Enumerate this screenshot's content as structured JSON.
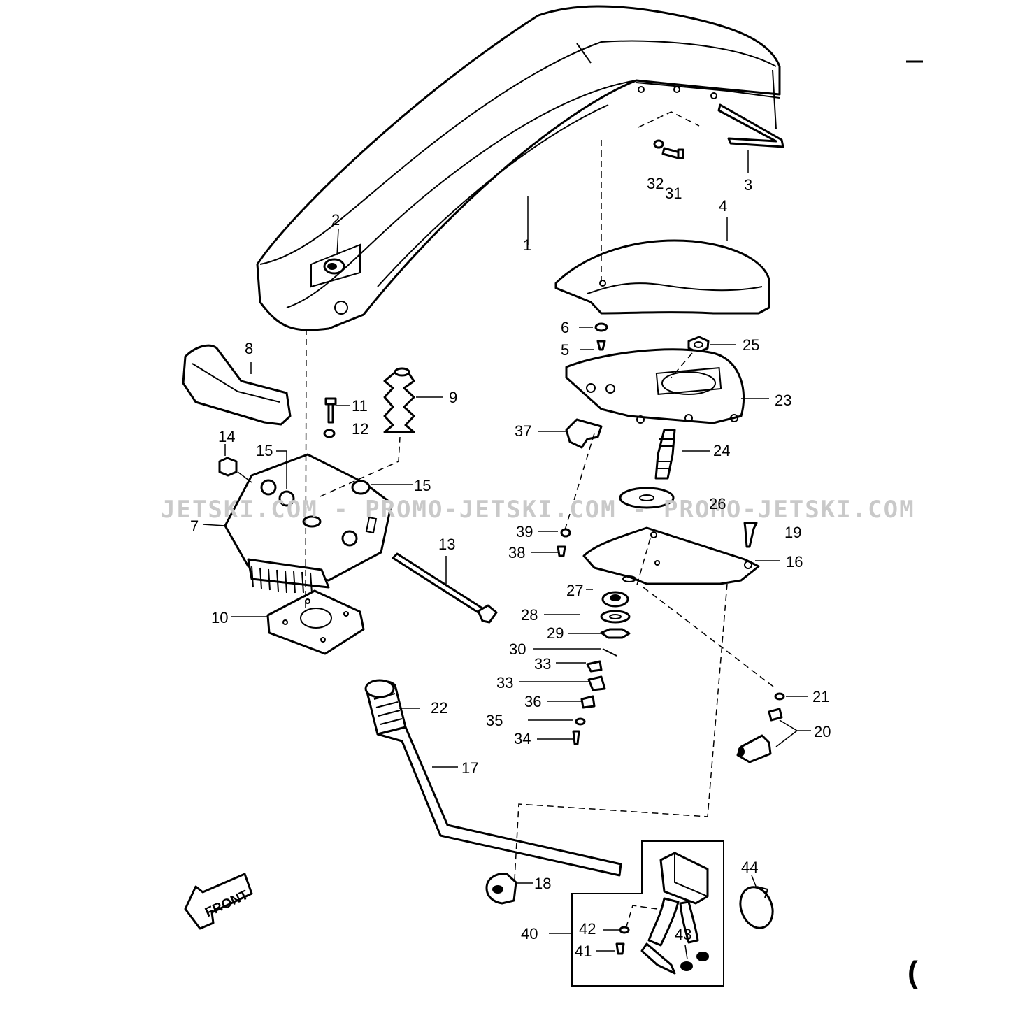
{
  "watermark": "JETSKI.COM - PROMO-JETSKI.COM - PROMO-JETSKI.COM",
  "front_label": "FRONT",
  "corner_mark": "(",
  "callouts": {
    "c1": "1",
    "c2": "2",
    "c3": "3",
    "c4": "4",
    "c5": "5",
    "c6": "6",
    "c7": "7",
    "c8": "8",
    "c9": "9",
    "c10": "10",
    "c11": "11",
    "c12": "12",
    "c13": "13",
    "c14": "14",
    "c15a": "15",
    "c15b": "15",
    "c16": "16",
    "c17": "17",
    "c18": "18",
    "c19": "19",
    "c20": "20",
    "c21": "21",
    "c22": "22",
    "c23": "23",
    "c24": "24",
    "c25": "25",
    "c26": "26",
    "c27": "27",
    "c28": "28",
    "c29": "29",
    "c30": "30",
    "c31": "31",
    "c32": "32",
    "c33a": "33",
    "c33b": "33",
    "c34": "34",
    "c35": "35",
    "c36": "36",
    "c37": "37",
    "c38": "38",
    "c39": "39",
    "c40": "40",
    "c41": "41",
    "c42": "42",
    "c43": "43",
    "c44": "44"
  }
}
